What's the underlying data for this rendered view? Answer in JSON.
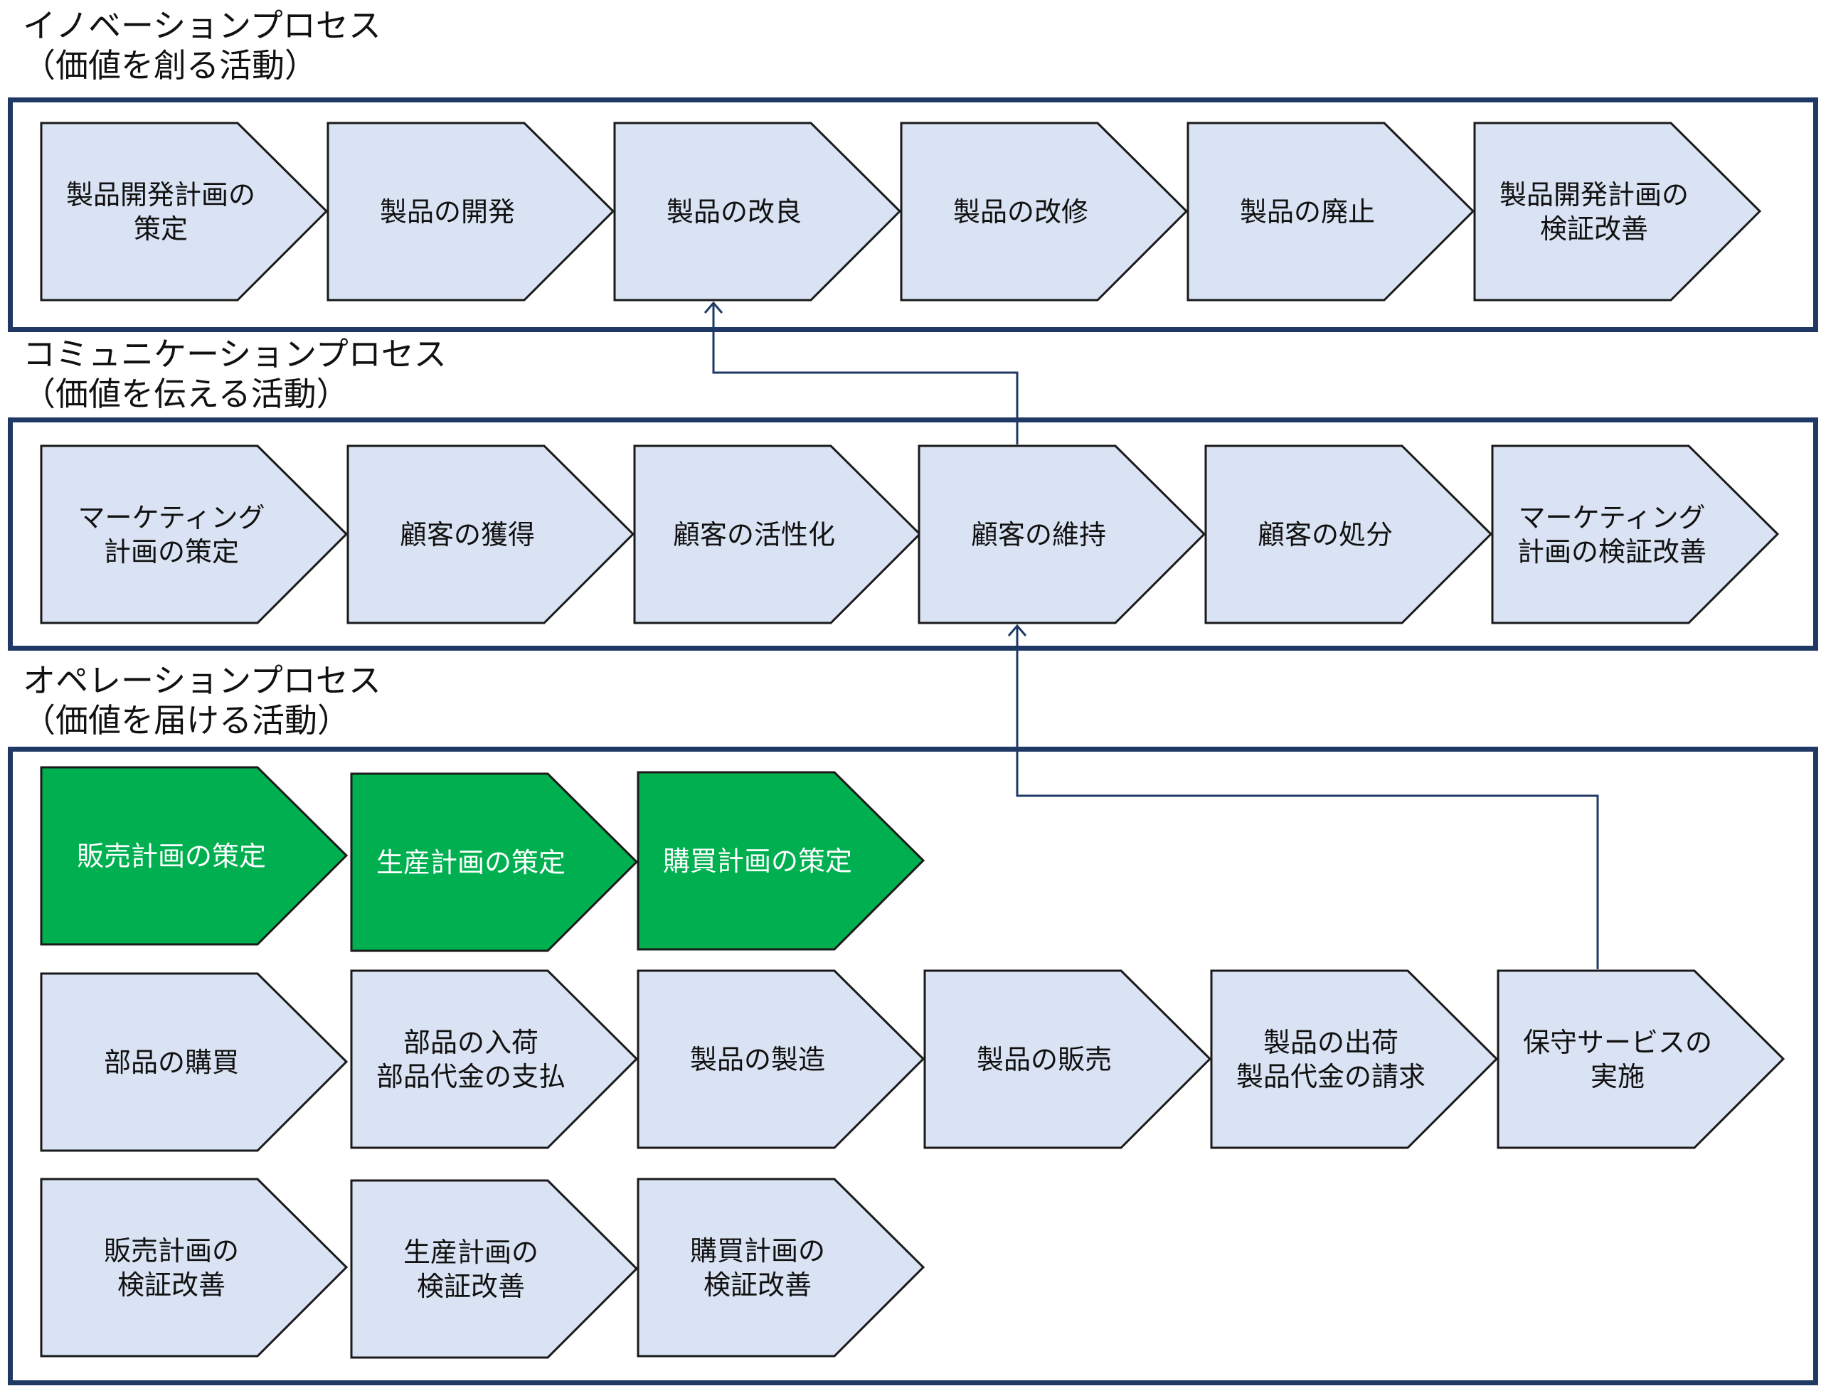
{
  "colors": {
    "frame": "#1f3864",
    "step_fill": "#dae3f3",
    "step_green": "#00b050",
    "step_stroke": "#1a1a1a",
    "connector": "#1f3864"
  },
  "sections": {
    "innovation": {
      "title": "イノベーションプロセス",
      "subtitle": "（価値を創る活動）"
    },
    "communication": {
      "title": "コミュニケーションプロセス",
      "subtitle": "（価値を伝える活動）"
    },
    "operation": {
      "title": "オペレーションプロセス",
      "subtitle": "（価値を届ける活動）"
    }
  },
  "steps": {
    "innovation": [
      "製品開発計画の\n策定",
      "製品の開発",
      "製品の改良",
      "製品の改修",
      "製品の廃止",
      "製品開発計画の\n検証改善"
    ],
    "communication": [
      "マーケティング\n計画の策定",
      "顧客の獲得",
      "顧客の活性化",
      "顧客の維持",
      "顧客の処分",
      "マーケティング\n計画の検証改善"
    ],
    "operation_planning": [
      "販売計画の策定",
      "生産計画の策定",
      "購買計画の策定"
    ],
    "operation_execution": [
      "部品の購買",
      "部品の入荷\n部品代金の支払",
      "製品の製造",
      "製品の販売",
      "製品の出荷\n製品代金の請求",
      "保守サービスの\n実施"
    ],
    "operation_review": [
      "販売計画の\n検証改善",
      "生産計画の\n検証改善",
      "購買計画の\n検証改善"
    ]
  }
}
